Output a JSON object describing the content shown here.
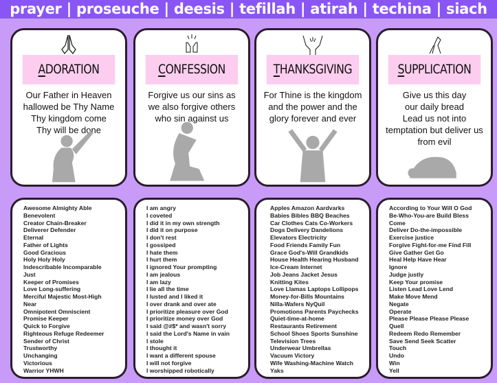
{
  "header": {
    "title": "prayer | proseuche | deesis | tefillah | atirah | techina | siach"
  },
  "cards": [
    {
      "first": "A",
      "rest": "DORATION",
      "icon": "praying-hands-icon",
      "lines": [
        "Our Father in Heaven",
        "hallowed be Thy Name",
        "Thy kingdom come",
        "Thy will be done"
      ]
    },
    {
      "first": "C",
      "rest": "ONFESSION",
      "icon": "open-hands-icon",
      "lines": [
        "Forgive us our sins as",
        "we also forgive others",
        "who sin against us"
      ]
    },
    {
      "first": "T",
      "rest": "HANKSGIVING",
      "icon": "raised-hands-icon",
      "lines": [
        "For Thine is the kingdom",
        "and the power and the",
        "glory forever and ever"
      ]
    },
    {
      "first": "S",
      "rest": "UPPLICATION",
      "icon": "clasped-hands-icon",
      "lines": [
        "Give us this day",
        "our daily bread",
        "Lead us not into",
        "temptation but deliver us",
        "from evil"
      ]
    }
  ],
  "lists": [
    [
      "Awesome Almighty Able",
      "Benevolent",
      "Creator Chain-Breaker",
      "Deliverer Defender",
      "Eternal",
      "Father of Lights",
      "Good Gracious",
      "Holy Holy Holy",
      "Indescribable Incomparable",
      "Just",
      "Keeper of Promises",
      "Love Long-suffering",
      "Merciful Majestic Most-High",
      "Near",
      "Omnipotent Omniscient",
      "Promise Keeper",
      "Quick to Forgive",
      "Righteous Refuge Redeemer",
      "Sender of Christ",
      "Trustworthy",
      "Unchanging",
      "Victorious",
      "Warrior YHWH"
    ],
    [
      "I am angry",
      "I coveted",
      "I did it in my own strength",
      "I did it on purpose",
      "I don't rest",
      "I gossiped",
      "I hate them",
      "I hurt them",
      "I ignored Your prompting",
      "I am jealous",
      "I am lazy",
      "I lie all the time",
      "I lusted and I liked it",
      "I over drank and over ate",
      "I prioritize pleasure over God",
      "I prioritize money over God",
      "I said @#$* and wasn't sorry",
      "I said the Lord's Name in vain",
      "I stole",
      "I thought it",
      "I want a different spouse",
      "I will not forgive",
      "I worshipped robotically"
    ],
    [
      "Apples Amazon Aardvarks",
      "Babies Bibles BBQ Beaches",
      "Car Clothes Cats Co-Workers",
      "Dogs Delivery Dandelions",
      "Elevators Electricity",
      "Food Friends Family Fun",
      "Grace God's-Will Grandkids",
      "House Health Hearing Husband",
      "Ice-Cream Internet",
      "Job Jeans Jacket Jesus",
      "Knitting Kites",
      "Love Llamas Laptops Lollipops",
      "Money-for-Bills Mountains",
      "Nilla-Wafers NyQuil",
      "Promotions Parents Paychecks",
      "Quiet-time-at-home",
      "Restaurants Retirement",
      "School Shoes Sports Sunshine",
      "Television Trees",
      "Underwear Umbrellas",
      "Vacuum Victory",
      "Wife Washing-Machine Watch",
      "Yaks"
    ],
    [
      "According to Your Will O God",
      "Be-Who-You-are Build Bless",
      "Come",
      "Deliver Do-the-impossible",
      "Exercise justice",
      "Forgive Fight-for-me Find Fill",
      "Give Gather Get Go",
      "Heal Help Have Hear",
      "Ignore",
      "Judge justly",
      "Keep Your promise",
      "Listen Lead Love Lend",
      "Make Move Mend",
      "Negate",
      "Operate",
      "Please Please Please Please",
      "Quell",
      "Redeem Redo Remember",
      "Save Send Seek Scatter",
      "Touch",
      "Undo",
      "Win",
      "Yell"
    ]
  ],
  "colors": {
    "header": "#8a55f5",
    "background": "#c99bf8",
    "band": "#fccdef",
    "border": "#2b1d2b",
    "silhouette": "#a9a9a9"
  }
}
